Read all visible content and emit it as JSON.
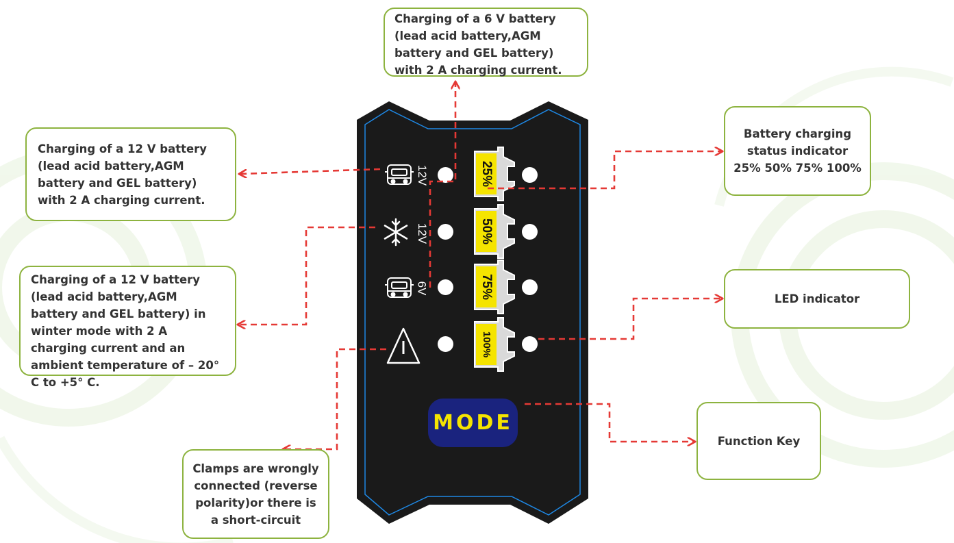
{
  "callouts": {
    "six_v": "Charging of a 6 V battery (lead acid battery,AGM battery and GEL battery) with 2 A charging current.",
    "twelve_v": "Charging of a 12 V battery (lead acid battery,AGM battery and GEL battery) with 2 A charging current.",
    "winter": "Charging of a 12 V battery (lead acid battery,AGM battery and GEL battery) in winter mode with 2 A charging current and an ambient temperature of – 20° C to +5° C.",
    "clamps": "Clamps are wrongly connected (reverse polarity)or there is a short-circuit",
    "status": {
      "line1": "Battery charging",
      "line2": "status indicator",
      "line3": "25% 50% 75% 100%"
    },
    "led": "LED indicator",
    "function_key": "Function Key"
  },
  "panel": {
    "modes": [
      {
        "label": "12V",
        "icon": "car-icon"
      },
      {
        "label": "12V",
        "icon": "snowflake-icon"
      },
      {
        "label": "6V",
        "icon": "car-icon"
      },
      {
        "label": "",
        "icon": "warning-icon"
      }
    ],
    "levels": [
      "25%",
      "50%",
      "75%",
      "100%"
    ],
    "mode_button": "MODE"
  },
  "colors": {
    "callout_border": "#8db33f",
    "arrow": "#e53935",
    "panel_body": "#1a1a1a",
    "panel_trim": "#1e88e5",
    "badge": "#f5e400",
    "mode_button_bg": "#1a237e",
    "mode_button_text": "#f5e400"
  }
}
